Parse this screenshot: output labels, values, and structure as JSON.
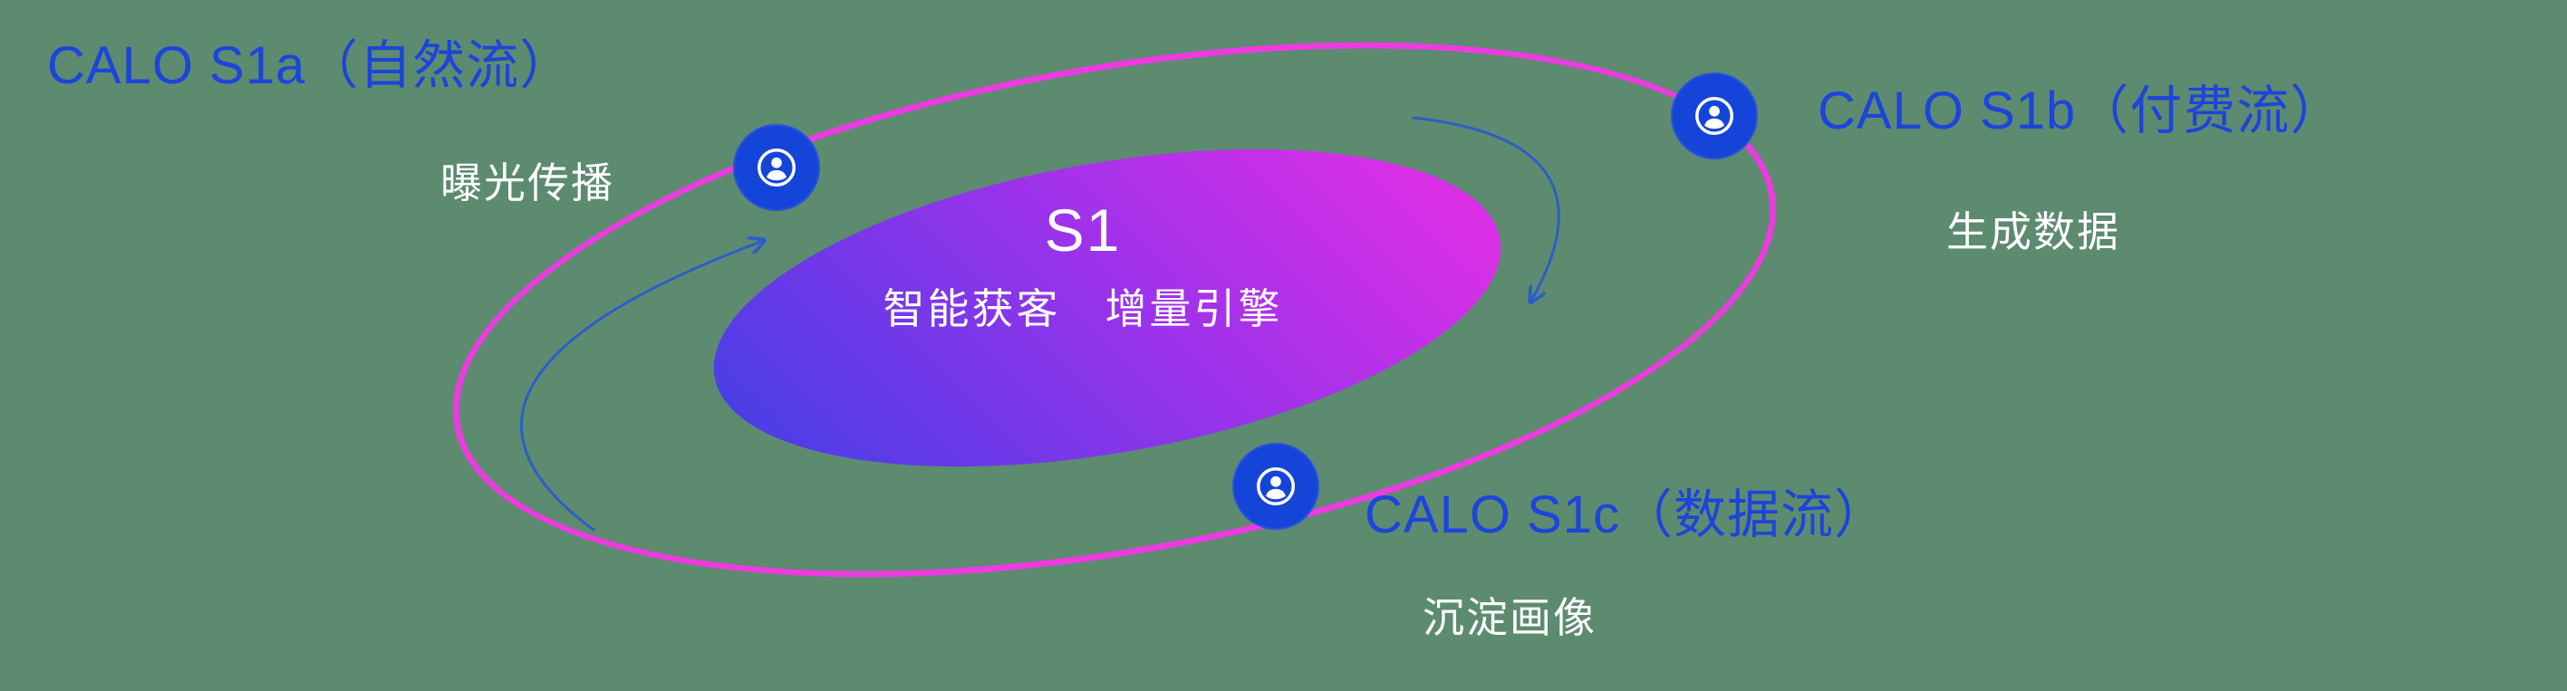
{
  "canvas": {
    "description": "CALO S1 orbital diagram"
  },
  "core": {
    "title": "S1",
    "subtitle": "智能获客　增量引擎"
  },
  "nodes": {
    "s1a": {
      "label": "CALO S1a（自然流）",
      "sublabel": "曝光传播"
    },
    "s1b": {
      "label": "CALO S1b（付费流）",
      "sublabel": "生成数据"
    },
    "s1c": {
      "label": "CALO S1c（数据流）",
      "sublabel": "沉淀画像"
    }
  },
  "icons": {
    "node_icon": "user-in-circle-icon",
    "flow_arrows": "curved-arrow"
  },
  "colors": {
    "canvas_background": "#5c8b70",
    "label_blue": "#1c45db",
    "orbit_magenta": "#ec3ce0",
    "node_blue": "#1545d8",
    "arrow_blue": "#2b5fc7",
    "core_gradient_start": "#4a3ee6",
    "core_gradient_end": "#d92fe6",
    "text_white": "#ffffff"
  }
}
